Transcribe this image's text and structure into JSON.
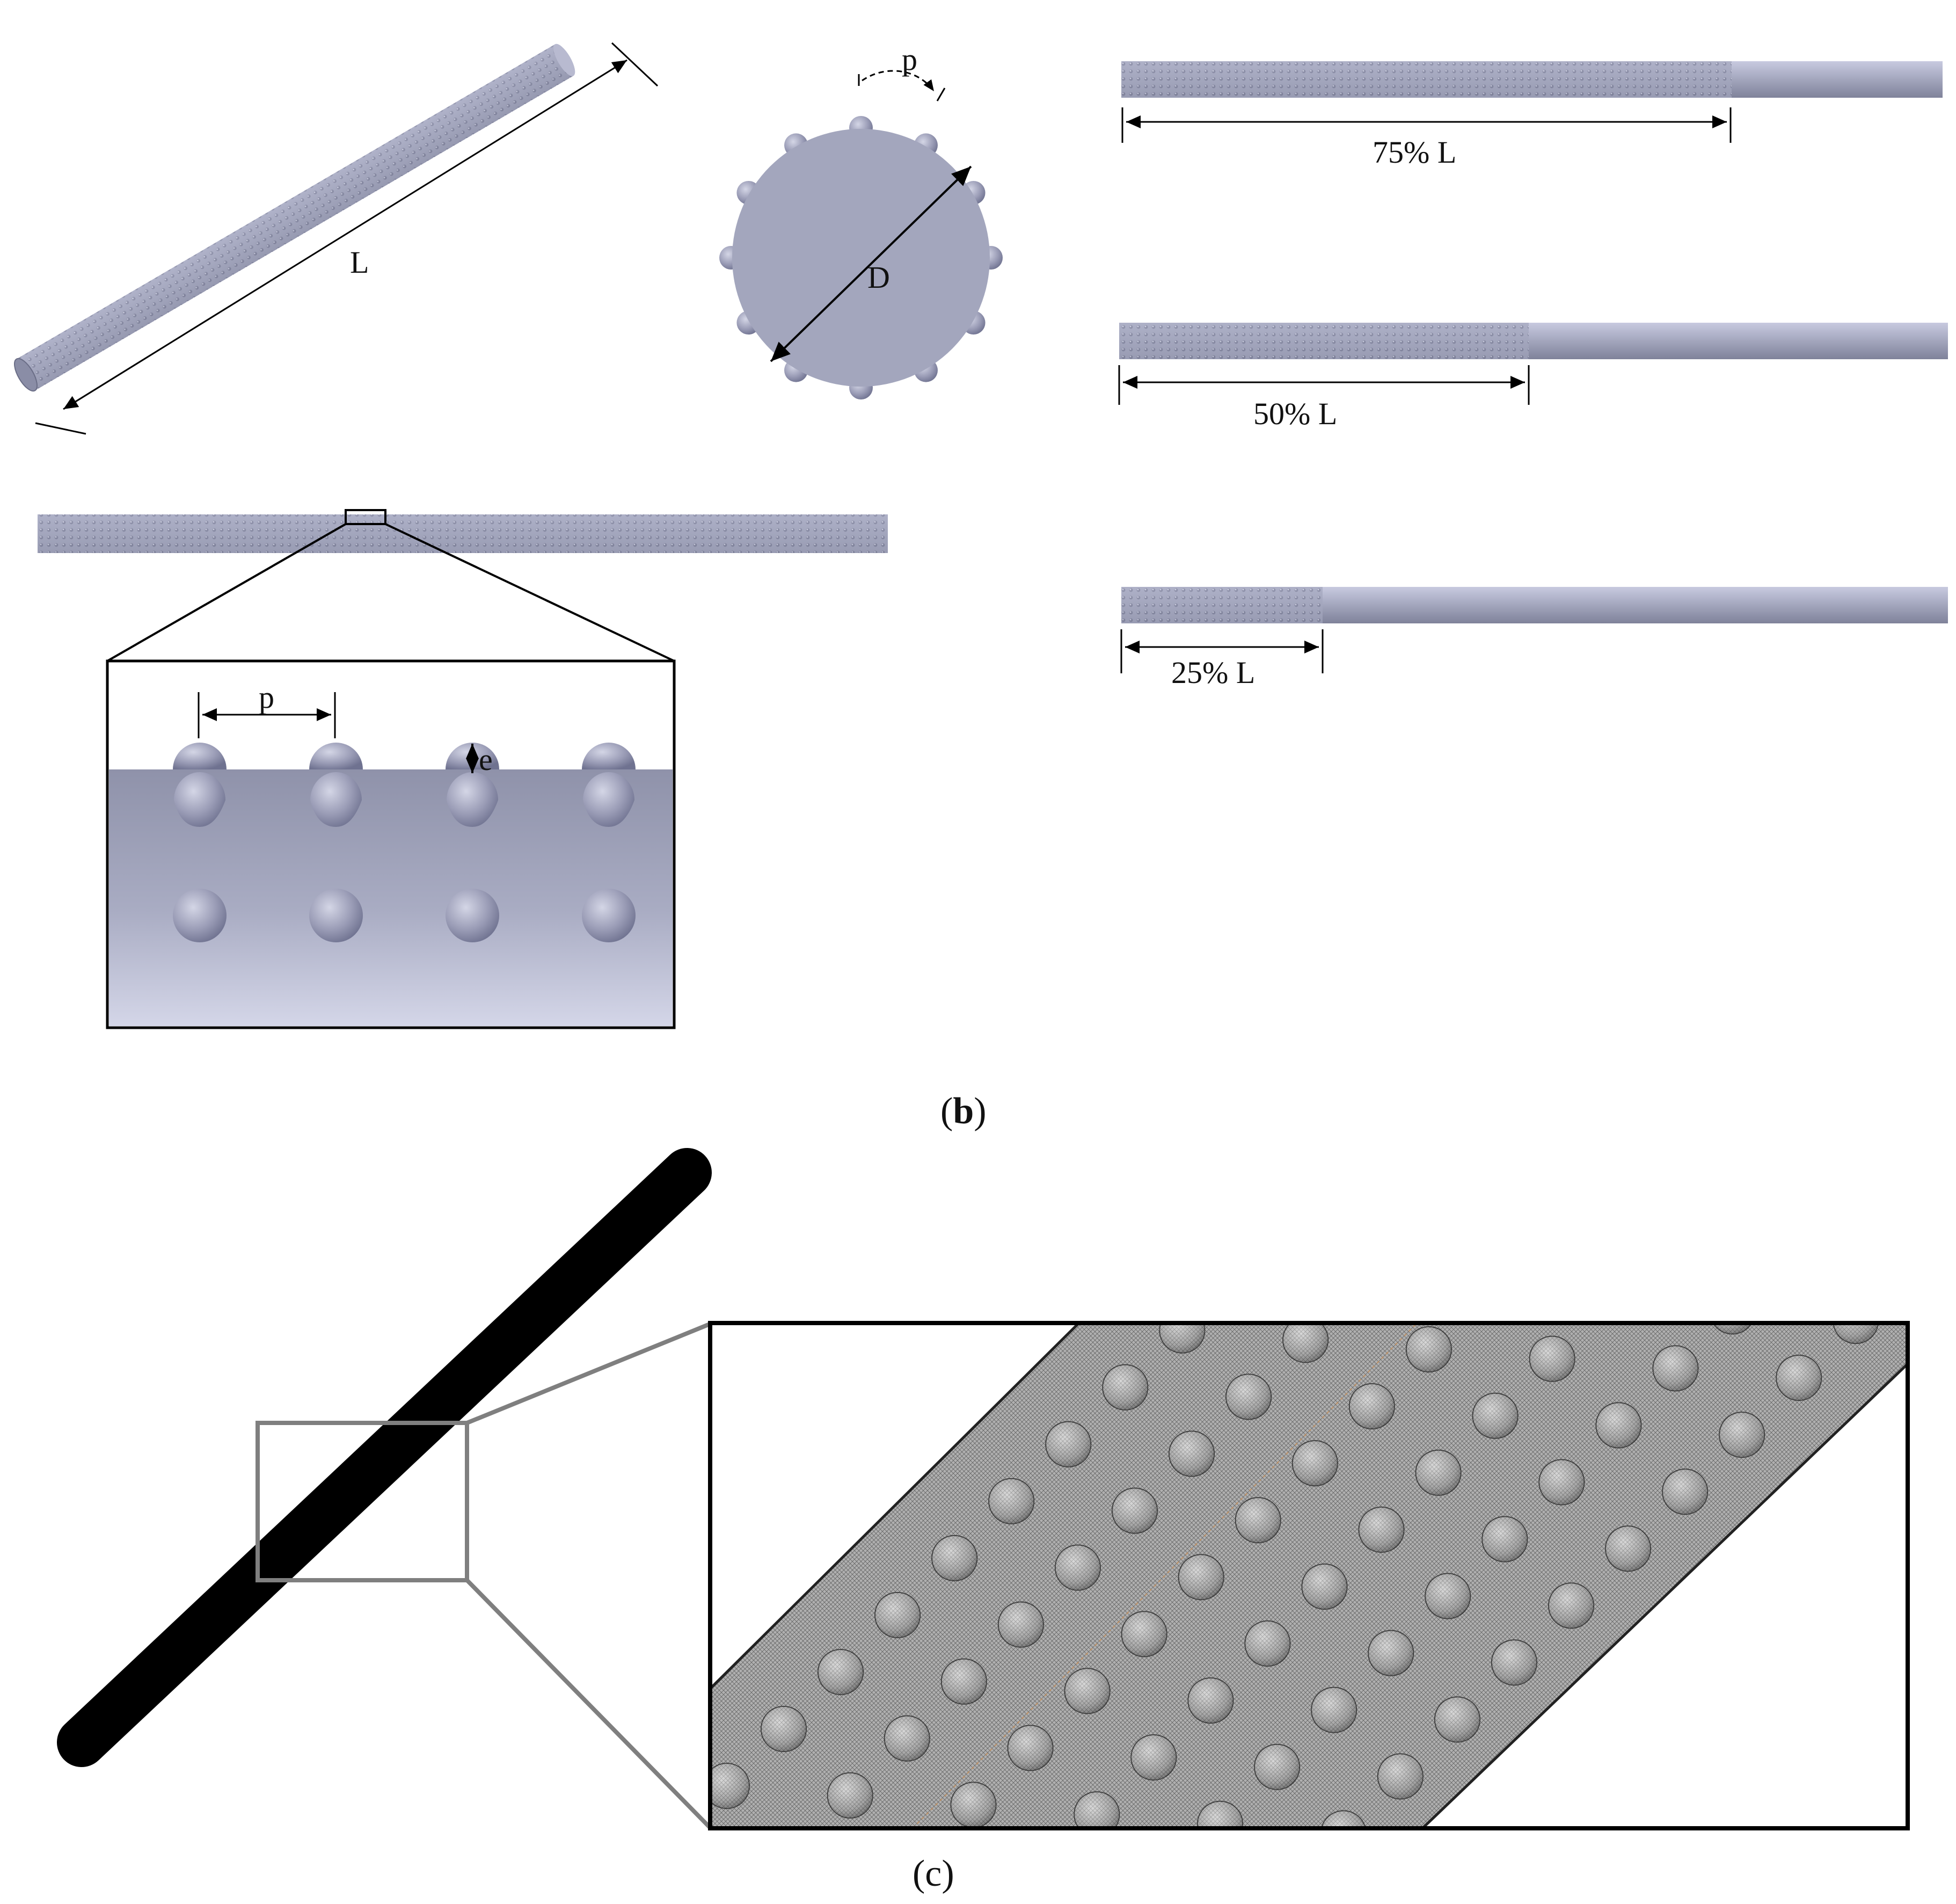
{
  "figure": {
    "labels": {
      "length": "L",
      "diameter": "D",
      "pitch_top": "p",
      "pitch_detail": "p",
      "height": "e",
      "pct75": "75% L",
      "pct50": "50% L",
      "pct25": "25% L"
    },
    "captions": {
      "b_open": "(",
      "b_letter": "b",
      "b_close": ")",
      "c": "(c)"
    }
  },
  "colors": {
    "rod": "#a3a6bd",
    "rod_light": "#c8cae0",
    "rod_dark": "#8a8da6",
    "dimple": "#9a9cb6",
    "mesh_bg": "#9a9a9a",
    "mesh_line": "#3a3a3a",
    "zoom_frame": "#7f7f7f",
    "black": "#000000"
  }
}
